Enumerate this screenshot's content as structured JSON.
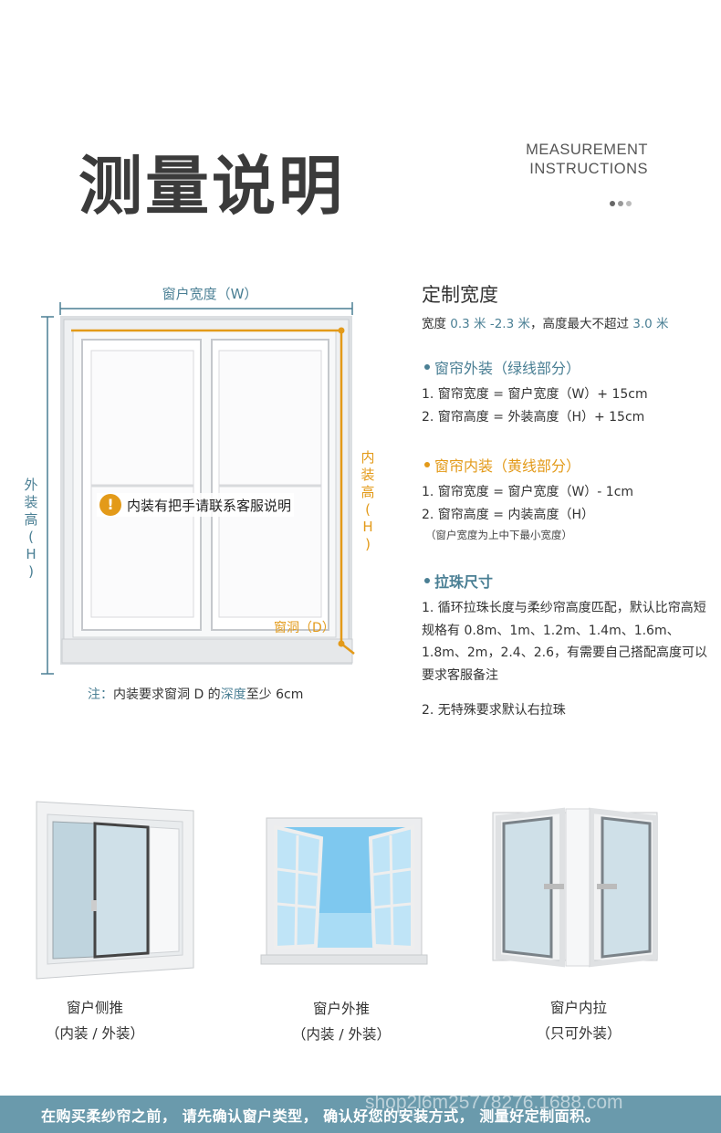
{
  "header": {
    "title_cn": "测量说明",
    "title_en_line1": "MEASUREMENT",
    "title_en_line2": "INSTRUCTIONS"
  },
  "colors": {
    "accent_blue": "#4a7f94",
    "accent_orange": "#e39a19",
    "footer_bar": "#6a9aac"
  },
  "diagram": {
    "width_label": "窗户宽度（W）",
    "outer_height_label": [
      "外",
      "装",
      "高",
      "(",
      "H",
      ")"
    ],
    "inner_height_label": [
      "内",
      "装",
      "高",
      "(",
      "H",
      ")"
    ],
    "depth_label": "窗洞（D）",
    "handle_note": "内装有把手请联系客服说明",
    "warn_icon": "exclamation-icon",
    "depth_note_prefix": "注：",
    "depth_note_mid": "内装要求窗洞 D 的",
    "depth_note_highlight": "深度",
    "depth_note_suffix": "至少 6cm"
  },
  "spec": {
    "title": "定制宽度",
    "range_prefix": "宽度 ",
    "range_width": "0.3 米 -2.3 米",
    "range_mid": "，高度最大不超过 ",
    "range_height": "3.0 米",
    "outside": {
      "heading": "窗帘外装（绿线部分）",
      "item1": "1. 窗帘宽度 = 窗户宽度（W）+ 15cm",
      "item2": "2. 窗帘高度 = 外装高度（H）+ 15cm"
    },
    "inside": {
      "heading": "窗帘内装（黄线部分）",
      "item1": "1. 窗帘宽度 = 窗户宽度（W）- 1cm",
      "item2": "2. 窗帘高度 = 内装高度（H）",
      "note": "（窗户宽度为上中下最小宽度）"
    },
    "bead": {
      "heading": "拉珠尺寸",
      "item1": "1. 循环拉珠长度与柔纱帘高度匹配，默认比帘高短规格有 0.8m、1m、1.2m、1.4m、1.6m、1.8m、2m，2.4、2.6，有需要自己搭配高度可以要求客服备注",
      "item2": "2. 无特殊要求默认右拉珠"
    }
  },
  "window_types": [
    {
      "name": "窗户侧推",
      "sub": "（内装 / 外装）"
    },
    {
      "name": "窗户外推",
      "sub": "（内装 / 外装）"
    },
    {
      "name": "窗户内拉",
      "sub": "（只可外装）"
    }
  ],
  "footer": {
    "text": "在购买柔纱帘之前，  请先确认窗户类型，  确认好您的安装方式，  测量好定制面积。",
    "watermark": "shop2l6m25778276.1688.com"
  }
}
